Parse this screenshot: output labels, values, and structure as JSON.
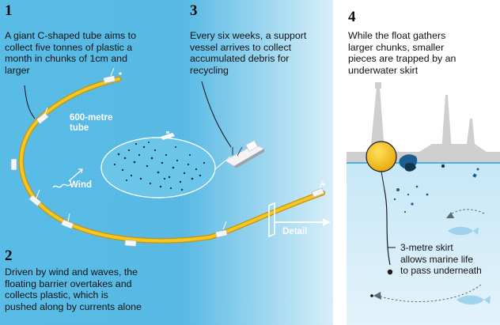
{
  "colors": {
    "sea_left": "#4fb7e4",
    "sea_right": "#d6eef9",
    "barrier": "#f2c21b",
    "skirt_water": "#bfe2f5",
    "platform": "#c9c9c9"
  },
  "steps": [
    {
      "number": "1",
      "text": [
        "A giant C-shaped tube aims to",
        "collect five tonnes of plastic a",
        "month in chunks of 1cm and",
        "larger"
      ]
    },
    {
      "number": "2",
      "text": [
        "Driven by wind and waves, the",
        "floating barrier overtakes and",
        "collects plastic, which is",
        "pushed along by currents alone"
      ]
    },
    {
      "number": "3",
      "text": [
        "Every six weeks, a support",
        "vessel arrives to collect",
        "accumulated debris for",
        "recycling"
      ]
    },
    {
      "number": "4",
      "text": [
        "While the float gathers",
        "larger chunks, smaller",
        "pieces are trapped by an",
        "underwater skirt"
      ]
    }
  ],
  "labels": {
    "tube_length": [
      "600-metre",
      "tube"
    ],
    "wind": "Wind",
    "detail": "Detail",
    "skirt": [
      "3-metre skirt",
      "allows marine life",
      "to pass underneath"
    ]
  },
  "icons": {
    "wind": "wind-wave-icon",
    "detail_arrow": "arrow-right-icon",
    "fish": "fish-icon"
  }
}
